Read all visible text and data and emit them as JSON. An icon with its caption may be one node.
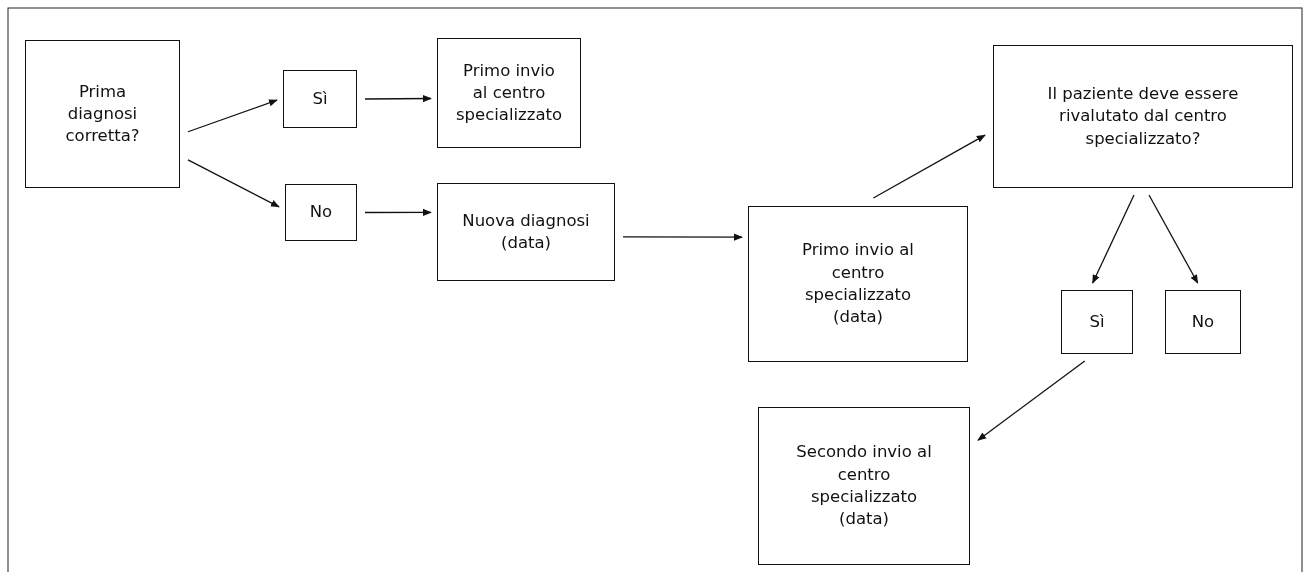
{
  "diagram": {
    "nodes": [
      {
        "text": [
          "Prima diagnosi corretta?"
        ]
      },
      {
        "text": [
          "Sì"
        ]
      },
      {
        "text": [
          "Primo invio al centro specializzato"
        ]
      },
      {
        "text": [
          "No"
        ]
      },
      {
        "text": [
          "Nuova diagnosi (data)"
        ]
      },
      {
        "text": [
          "Primo invio al centro specializzato (data)"
        ]
      },
      {
        "text": [
          "Il paziente deve essere rivalutato dal centro specializzato?"
        ]
      },
      {
        "text": [
          "Sì"
        ]
      },
      {
        "text": [
          "No"
        ]
      },
      {
        "text": [
          "Secondo invio al centro specializzato (data)"
        ]
      }
    ],
    "edges": [
      {
        "from": 0,
        "to": 1,
        "arrow": "to"
      },
      {
        "from": 0,
        "to": 3,
        "arrow": "to"
      },
      {
        "from": 1,
        "to": 2,
        "arrow": "to"
      },
      {
        "from": 3,
        "to": 4,
        "arrow": "to"
      },
      {
        "from": 4,
        "to": 5,
        "arrow": "to"
      },
      {
        "from": 5,
        "to": 6,
        "arrow": "to"
      },
      {
        "from": 6,
        "to": 7,
        "arrow": "to"
      },
      {
        "from": 6,
        "to": 8,
        "arrow": "to"
      },
      {
        "from": 7,
        "to": 9,
        "arrow": "to"
      }
    ]
  }
}
